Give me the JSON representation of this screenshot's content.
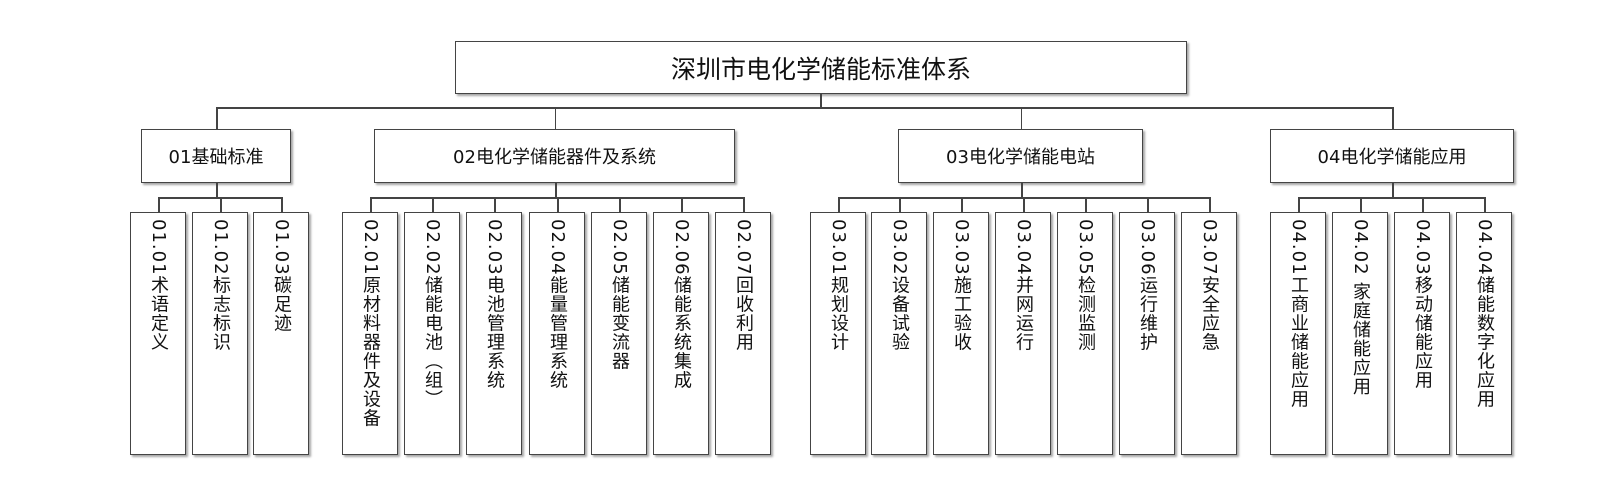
{
  "root": {
    "label": "深圳市电化学储能标准体系"
  },
  "categories": [
    {
      "label": "01基础标准",
      "children": [
        "01.01术语定义",
        "01.02标志标识",
        "01.03碳足迹"
      ]
    },
    {
      "label": "02电化学储能器件及系统",
      "children": [
        "02.01原材料器件及设备",
        "02.02储能电池（组）",
        "02.03电池管理系统",
        "02.04能量管理系统",
        "02.05储能变流器",
        "02.06储能系统集成",
        "02.07回收利用"
      ]
    },
    {
      "label": "03电化学储能电站",
      "children": [
        "03.01规划设计",
        "03.02设备试验",
        "03.03施工验收",
        "03.04并网运行",
        "03.05检测监测",
        "03.06运行维护",
        "03.07安全应急"
      ]
    },
    {
      "label": "04电化学储能应用",
      "children": [
        "04.01工商业储能应用",
        "04.02 家庭储能应用",
        "04.03移动储能应用",
        "04.04储能数字化应用"
      ]
    }
  ]
}
